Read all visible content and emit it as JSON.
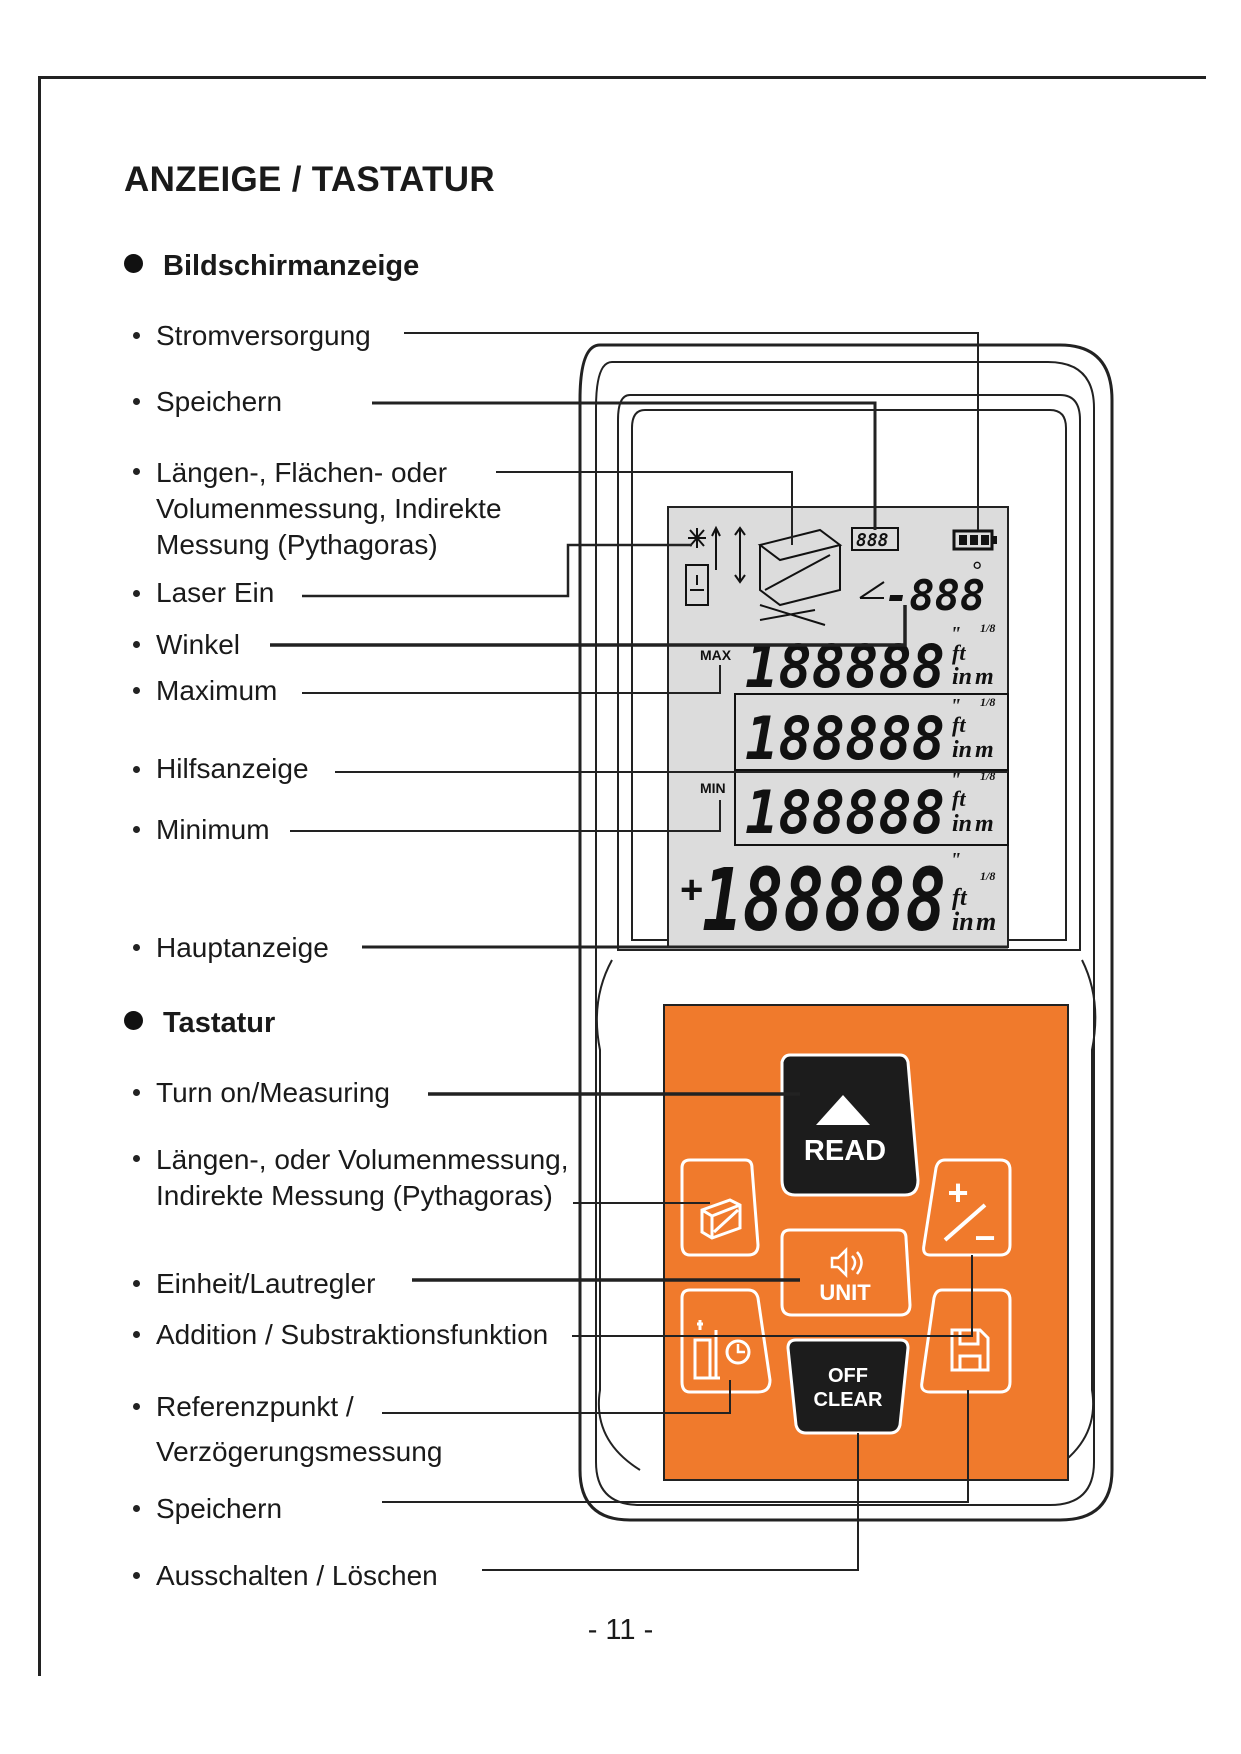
{
  "page_title": "ANZEIGE / TASTATUR",
  "sections": {
    "display": {
      "heading": "Bildschirmanzeige"
    },
    "keypad": {
      "heading": "Tastatur"
    }
  },
  "display_labels": [
    {
      "id": "power",
      "text": "Stromversorgung"
    },
    {
      "id": "memory",
      "text": "Speichern"
    },
    {
      "id": "measure_mode_1",
      "text": "Längen-, Flächen- oder"
    },
    {
      "id": "measure_mode_2",
      "text": "Volumenmessung, Indirekte"
    },
    {
      "id": "measure_mode_3",
      "text": "Messung (Pythagoras)"
    },
    {
      "id": "laser",
      "text": "Laser Ein"
    },
    {
      "id": "angle",
      "text": "Winkel"
    },
    {
      "id": "max",
      "text": "Maximum"
    },
    {
      "id": "aux",
      "text": "Hilfsanzeige"
    },
    {
      "id": "min",
      "text": "Minimum"
    },
    {
      "id": "main",
      "text": "Hauptanzeige"
    }
  ],
  "keypad_labels": [
    {
      "id": "read",
      "text": "Turn on/Measuring"
    },
    {
      "id": "mode_1",
      "text": "Längen-, oder Volumenmessung,"
    },
    {
      "id": "mode_2",
      "text": "Indirekte Messung (Pythagoras)"
    },
    {
      "id": "unit",
      "text": "Einheit/Lautregler"
    },
    {
      "id": "plusminus",
      "text": "Addition / Substraktionsfunktion"
    },
    {
      "id": "ref_1",
      "text": "Referenzpunkt /"
    },
    {
      "id": "ref_2",
      "text": "Verzögerungsmessung"
    },
    {
      "id": "save",
      "text": "Speichern"
    },
    {
      "id": "off",
      "text": "Ausschalten / Löschen"
    }
  ],
  "device": {
    "lcd": {
      "memory_digits": "888",
      "angle_digits": "-888",
      "angle_unit": "°",
      "max_tag": "MAX",
      "min_tag": "MIN",
      "row_digits": "188888",
      "main_sign": "+",
      "unit_ft": "ft",
      "unit_m": "m",
      "unit_in": "in",
      "inch_mark": "\"",
      "frac": "1/8"
    },
    "buttons": {
      "read": "READ",
      "unit": "UNIT",
      "off": "OFF",
      "clear": "CLEAR",
      "plus": "+",
      "minus": "−"
    },
    "colors": {
      "keypad": "#f07a2c",
      "lcd": "#dcdcdc",
      "button_dark": "#1c1c1c"
    }
  },
  "page_number": "- 11 -"
}
